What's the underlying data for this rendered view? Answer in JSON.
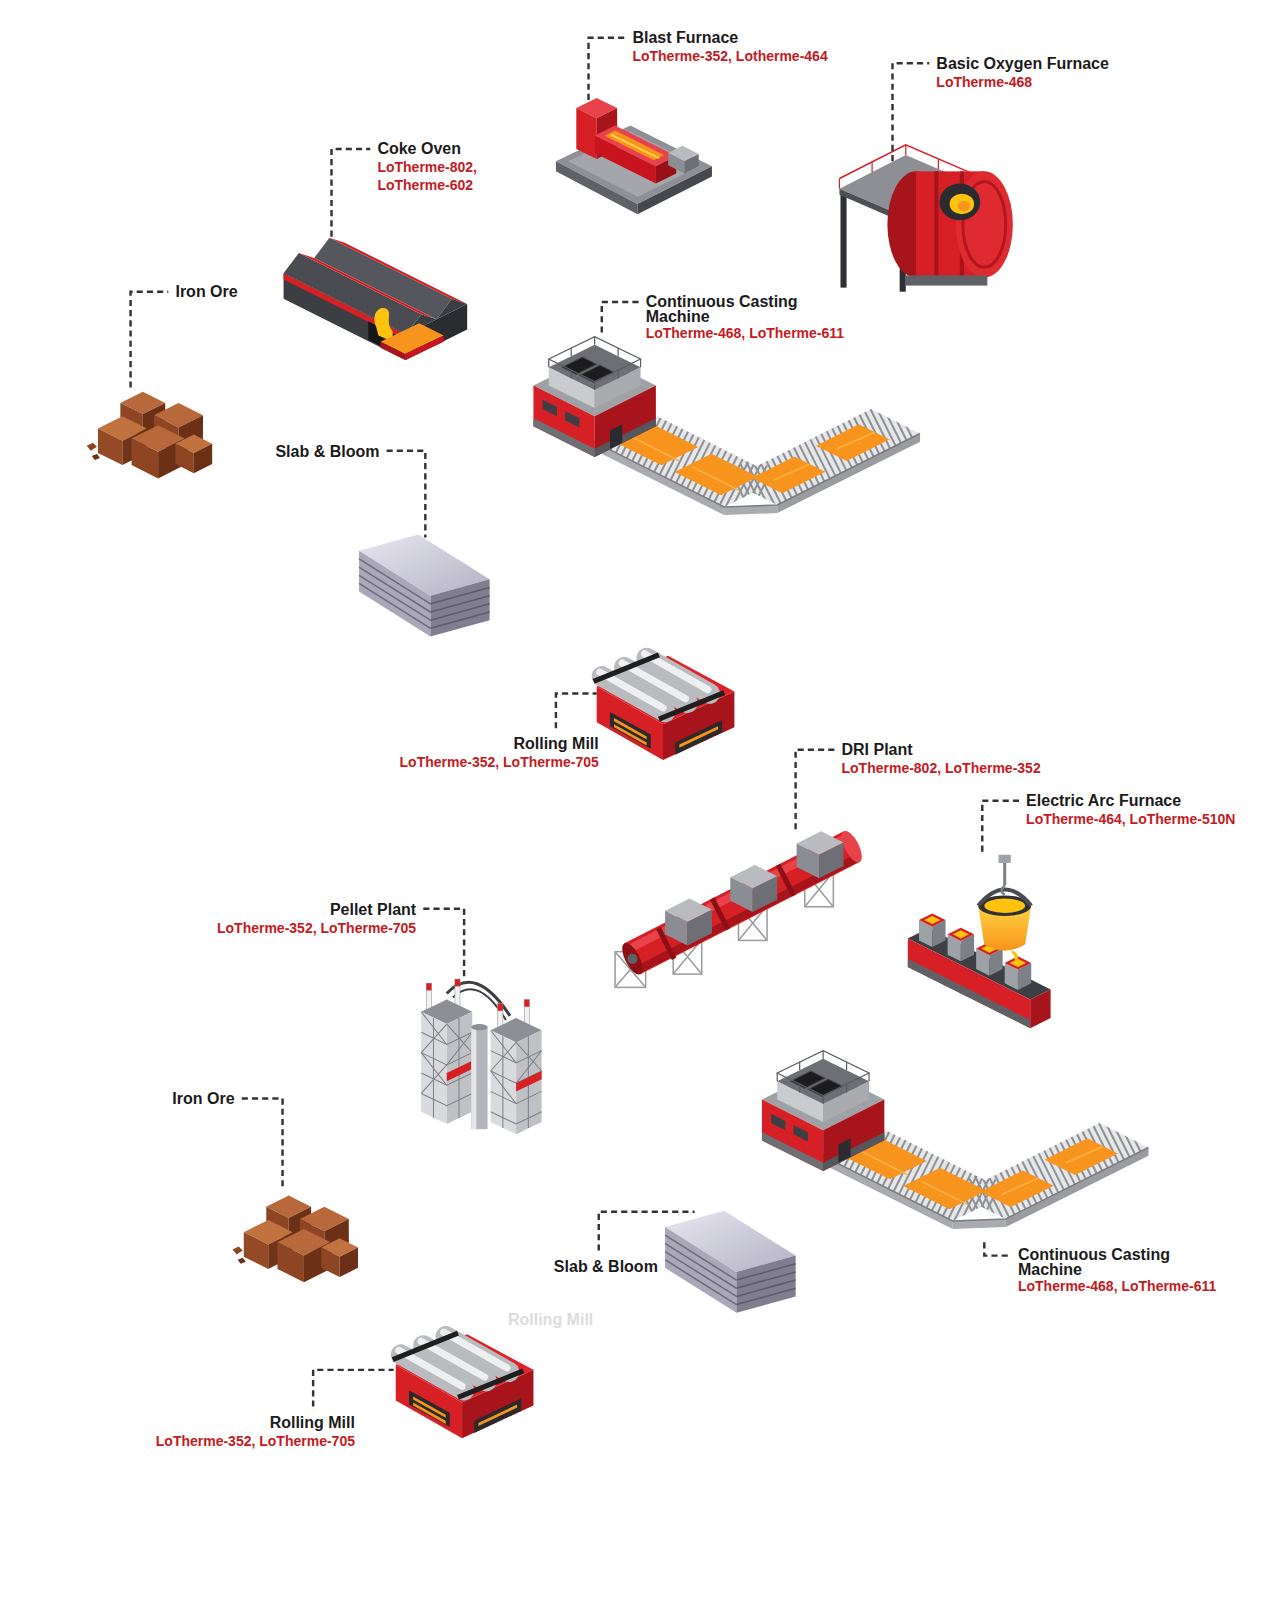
{
  "diagram": {
    "nodes": [
      {
        "text": [
          "Blast Furnace",
          "LoTherme-352, Lotherme-464"
        ]
      },
      {
        "text": [
          "Basic Oxygen Furnace",
          "LoTherme-468"
        ]
      },
      {
        "text": [
          "Coke Oven",
          "LoTherme-802, LoTherme-602"
        ]
      },
      {
        "text": [
          "Iron Ore"
        ]
      },
      {
        "text": [
          "Continuous Casting Machine",
          "LoTherme-468, LoTherme-611"
        ]
      },
      {
        "text": [
          "Slab & Bloom"
        ]
      },
      {
        "text": [
          "Rolling Mill",
          "LoTherme-352, LoTherme-705"
        ]
      },
      {
        "text": [
          "DRI Plant",
          "LoTherme-802, LoTherme-352"
        ]
      },
      {
        "text": [
          "Electric Arc Furnace",
          "LoTherme-464, LoTherme-510N"
        ]
      },
      {
        "text": [
          "Pellet Plant",
          "LoTherme-352, LoTherme-705"
        ]
      },
      {
        "text": [
          "Iron Ore"
        ]
      },
      {
        "text": [
          "Continuous Casting Machine",
          "LoTherme-468, LoTherme-611"
        ]
      },
      {
        "text": [
          "Slab & Bloom"
        ]
      },
      {
        "text": [
          "Rolling Mill",
          "LoTherme-352, LoTherme-705"
        ]
      }
    ],
    "labels": [
      "Rolling Mill"
    ]
  }
}
